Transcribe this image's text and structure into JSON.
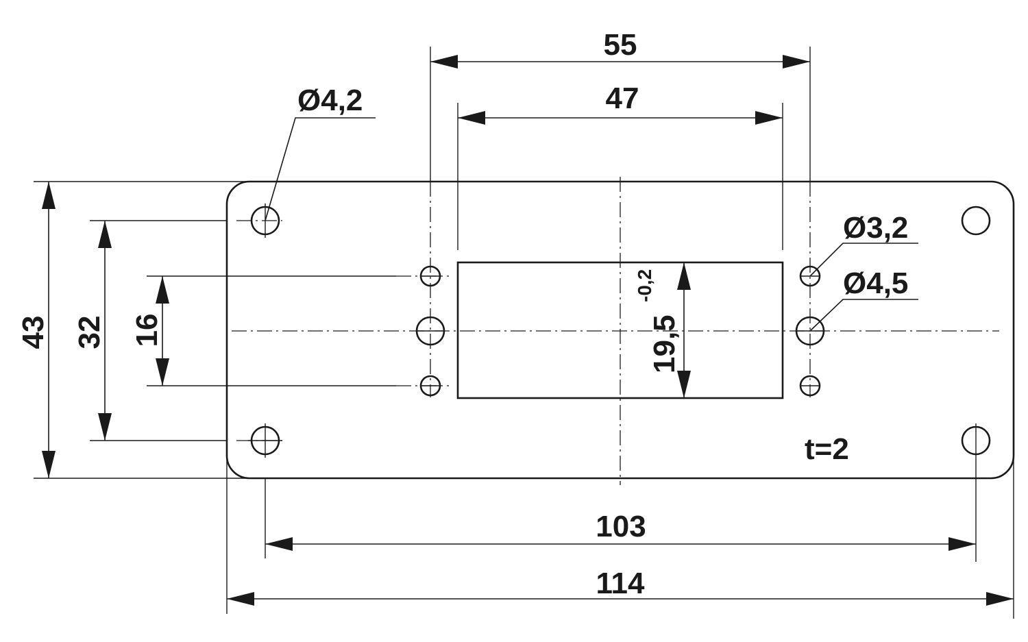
{
  "drawing": {
    "dimensions": {
      "overall_width": "114",
      "hole_spacing_width": "103",
      "outer_pattern_width": "55",
      "cutout_width": "47",
      "overall_height": "43",
      "hole_spacing_height": "32",
      "small_hole_spacing": "16",
      "cutout_height": "19,5",
      "cutout_height_tolerance": "-0,2"
    },
    "hole_callouts": {
      "corner_hole": "Ø4,2",
      "small_hole": "Ø3,2",
      "middle_hole": "Ø4,5"
    },
    "thickness_note": "t=2"
  }
}
